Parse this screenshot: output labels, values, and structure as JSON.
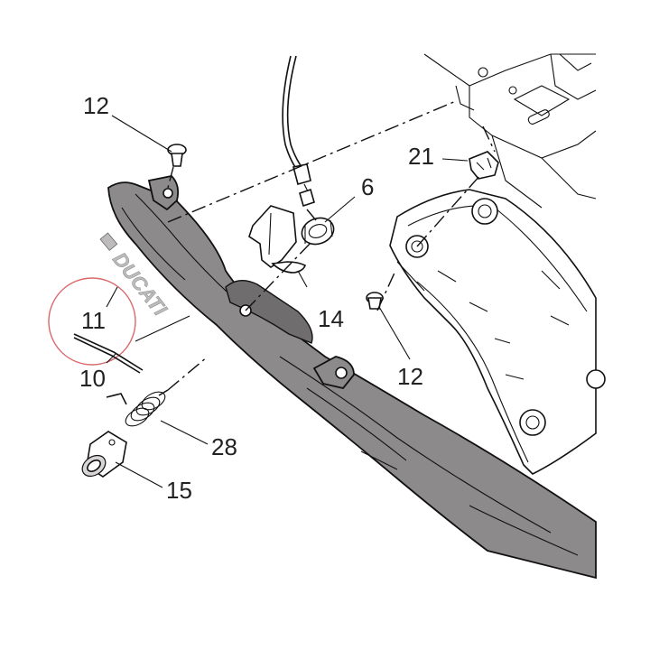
{
  "callouts": {
    "c12_top": "12",
    "c6": "6",
    "c21": "21",
    "c14": "14",
    "c12_right": "12",
    "c11": "11",
    "c10": "10",
    "c28": "28",
    "c15": "15"
  },
  "decal_text": "DUCATI",
  "colors": {
    "highlight_circle": "#d9686b",
    "part_fill": "#8c8a8a",
    "line": "#111111"
  }
}
